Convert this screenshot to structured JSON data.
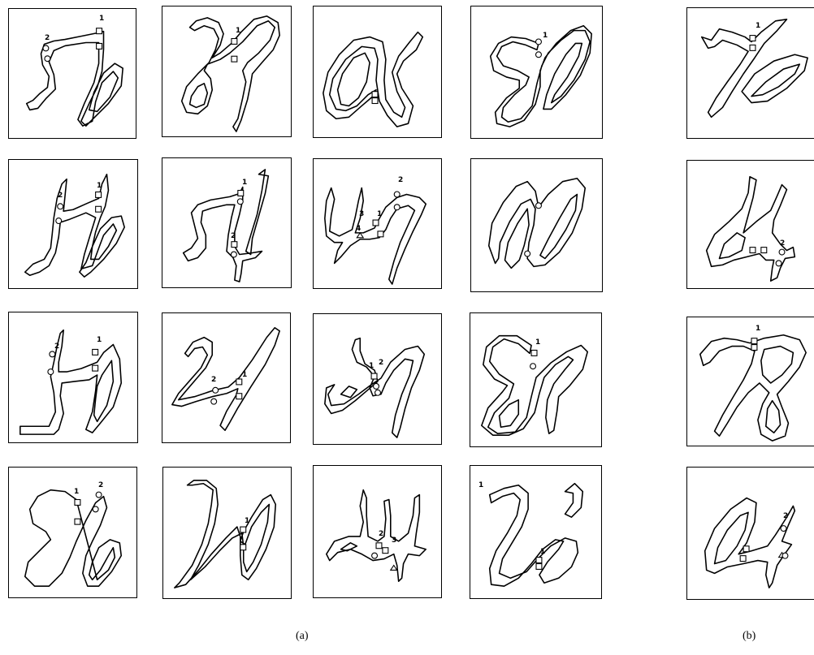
{
  "captions": {
    "a": "(a)",
    "b": "(b)"
  },
  "panel_a": [
    {
      "labels": [
        "1",
        "2"
      ]
    },
    {
      "labels": [
        "1"
      ]
    },
    {
      "labels": []
    },
    {
      "labels": [
        "1"
      ]
    },
    {
      "labels": [
        "1",
        "2"
      ]
    },
    {
      "labels": [
        "1",
        "2"
      ]
    },
    {
      "labels": [
        "2",
        "3",
        "1",
        "4"
      ]
    },
    {
      "labels": []
    },
    {
      "labels": [
        "1",
        "2"
      ]
    },
    {
      "labels": [
        "2",
        "1"
      ]
    },
    {
      "labels": [
        "1",
        "2"
      ]
    },
    {
      "labels": [
        "1"
      ]
    },
    {
      "labels": [
        "1",
        "2"
      ]
    },
    {
      "labels": [
        "1"
      ]
    },
    {
      "labels": [
        "2",
        "3"
      ]
    },
    {
      "labels": [
        "1",
        "1"
      ]
    }
  ],
  "panel_b": [
    {
      "labels": [
        "1"
      ]
    },
    {
      "labels": [
        "2"
      ]
    },
    {
      "labels": [
        "1"
      ]
    },
    {
      "labels": [
        "2"
      ]
    }
  ]
}
